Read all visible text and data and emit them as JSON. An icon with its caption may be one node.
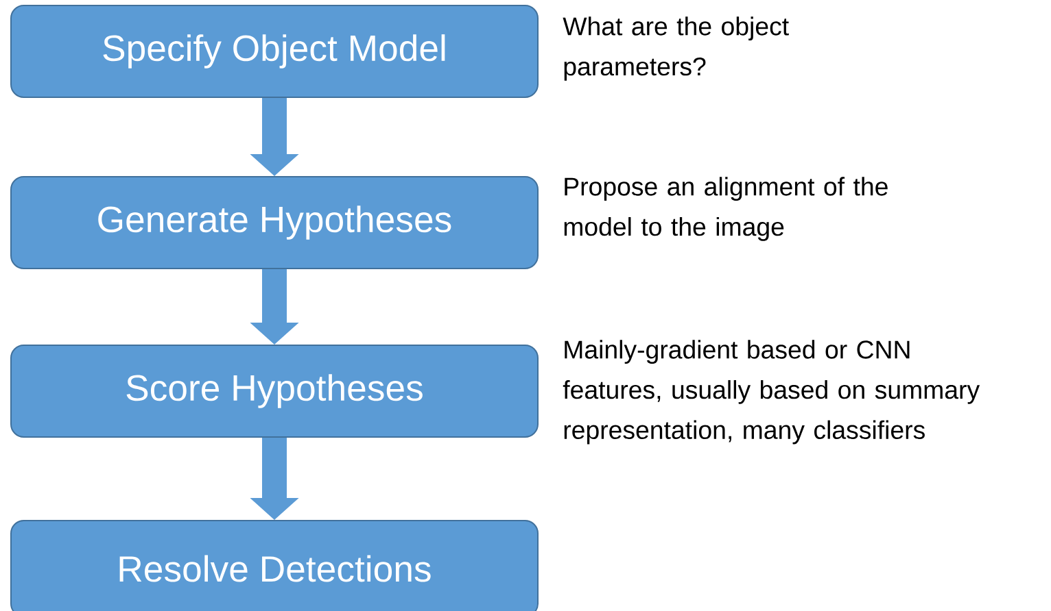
{
  "diagram": {
    "nodes": [
      {
        "text": [
          "Specify Object Model"
        ],
        "beside": [
          "What are the object parameters?"
        ]
      },
      {
        "text": [
          "Generate Hypotheses"
        ],
        "beside": [
          "Propose an alignment of the model to the image"
        ]
      },
      {
        "text": [
          "Score Hypotheses"
        ],
        "beside": [
          "Mainly-gradient based  or CNN features, usually based on summary representation,  many classifiers"
        ]
      },
      {
        "text": [
          "Resolve Detections"
        ]
      }
    ],
    "edges": [
      {
        "from": 0,
        "to": 1,
        "arrow": "to"
      },
      {
        "from": 1,
        "to": 2,
        "arrow": "to"
      },
      {
        "from": 2,
        "to": 3,
        "arrow": "to"
      }
    ]
  }
}
